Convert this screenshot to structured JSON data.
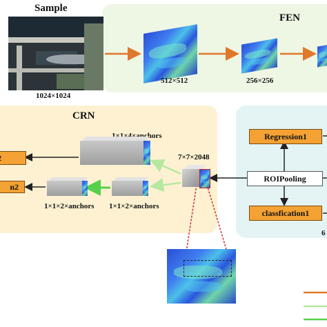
{
  "sample": {
    "title": "Sample",
    "size_label": "1024×1024"
  },
  "fen": {
    "title": "FEN",
    "map1_label": "512×512",
    "map2_label": "256×256"
  },
  "crn": {
    "title": "CRN",
    "top_label": "1×1×4×anchors",
    "bottom_left_label": "1×1×2×anchors",
    "bottom_right_label": "1×1×2×anchors",
    "roi_label": "7×7×2048",
    "out_top": "2",
    "out_bottom": "n2"
  },
  "rrn": {
    "regression": "Regression1",
    "roipooling": "ROIPooling",
    "classification": "classfication1",
    "edge_label": "6"
  },
  "colors": {
    "fen_panel": "#eef6e4",
    "crn_panel": "#fdf1d2",
    "rrn_panel": "#e4f4f5",
    "orange": "#f3a233",
    "arrow_orange": "#e0782a",
    "arrow_green": "#58d14a",
    "arrow_light_green": "#b6e8a0",
    "dashed_red": "#d03030",
    "dark_arrow": "#222222"
  },
  "legend_colors": [
    "#e0782a",
    "#b6e8a0",
    "#58d14a"
  ]
}
